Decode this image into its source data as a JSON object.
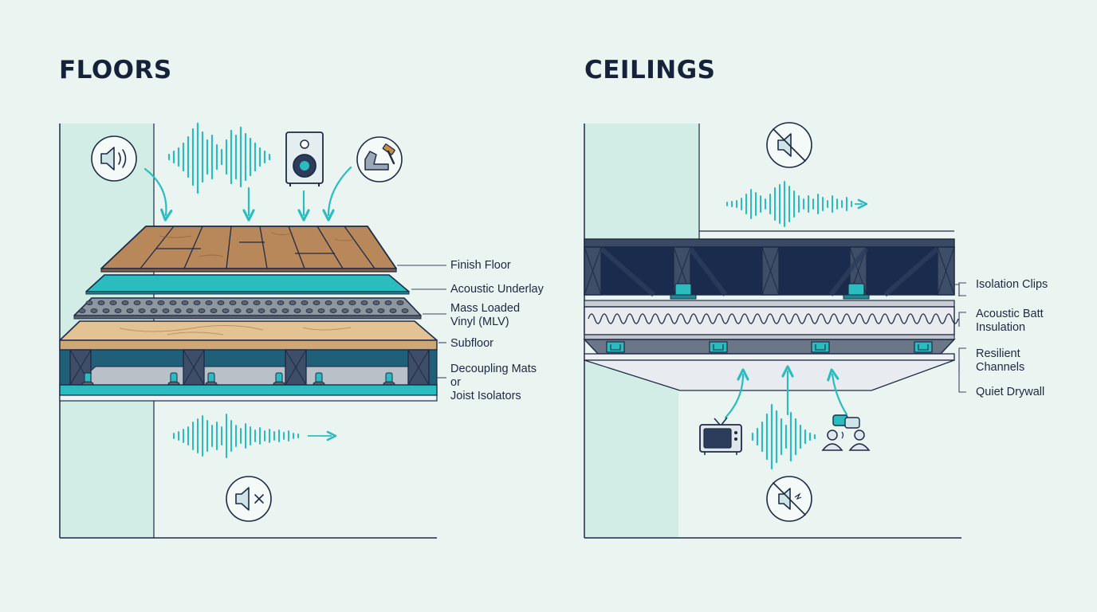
{
  "floors": {
    "title": "FLOORS",
    "labels": {
      "finish_floor": "Finish Floor",
      "acoustic_underlay": "Acoustic Underlay",
      "mlv_line1": "Mass Loaded",
      "mlv_line2": "Vinyl (MLV)",
      "subfloor": "Subfloor",
      "decoupling_line1": "Decoupling Mats",
      "decoupling_line2": "or",
      "decoupling_line3": "Joist Isolators"
    },
    "icons": [
      "speaker-sound-icon",
      "sound-wave-icon",
      "loudspeaker-icon",
      "footstep-hammer-icon",
      "muted-speaker-icon"
    ]
  },
  "ceilings": {
    "title": "CEILINGS",
    "labels": {
      "isolation_clips": "Isolation Clips",
      "batt_line1": "Acoustic Batt",
      "batt_line2": "Insulation",
      "resilient_line1": "Resilient",
      "resilient_line2": "Channels",
      "quiet_drywall": "Quiet Drywall"
    },
    "icons": [
      "muted-speaker-icon",
      "television-icon",
      "conversation-icon",
      "muted-speaker-icon"
    ]
  },
  "colors": {
    "background": "#eaf5f2",
    "wall": "#d2ede5",
    "teal": "#2bbcbf",
    "navy": "#1e2a46",
    "wood": "#b9885a",
    "subfloor": "#e3c394"
  }
}
